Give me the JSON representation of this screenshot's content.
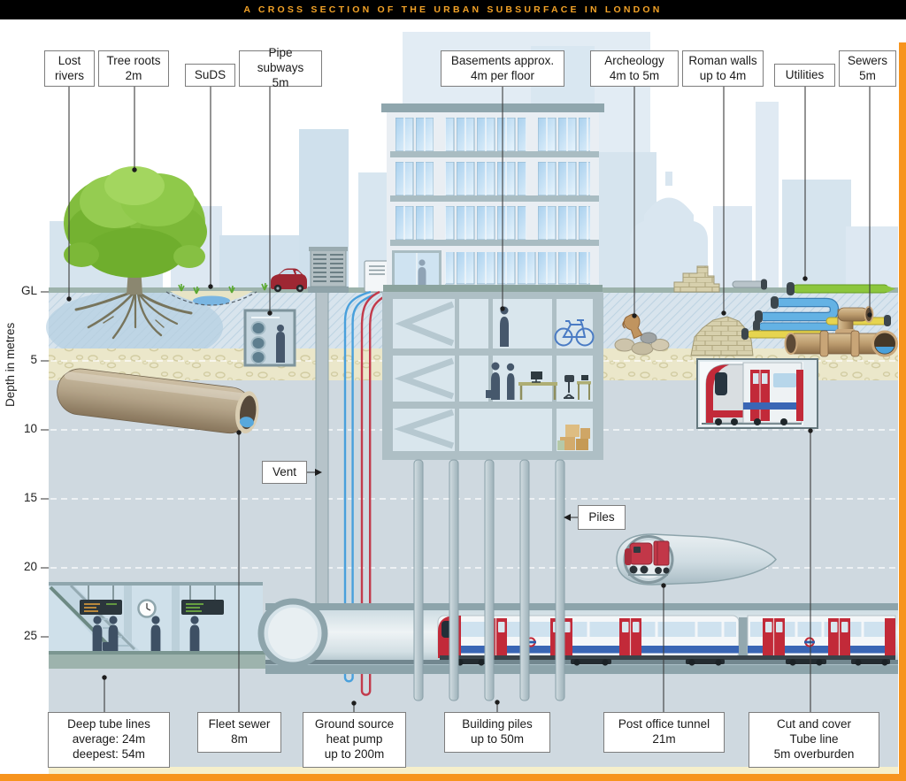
{
  "banner": {
    "title": "A CROSS SECTION OF THE URBAN SUBSURFACE IN LONDON"
  },
  "axis": {
    "label": "Depth in metres",
    "ticks": [
      {
        "label": "GL"
      },
      {
        "label": "5"
      },
      {
        "label": "10"
      },
      {
        "label": "15"
      },
      {
        "label": "20"
      },
      {
        "label": "25"
      }
    ]
  },
  "labels": {
    "lost_rivers": "Lost\nrivers",
    "tree_roots": "Tree roots\n2m",
    "suds": "SuDS",
    "pipe_subways": "Pipe subways\n5m",
    "basements": "Basements approx.\n4m per floor",
    "archeology": "Archeology\n4m to 5m",
    "roman_walls": "Roman walls\nup to 4m",
    "utilities": "Utilities",
    "sewers": "Sewers\n5m",
    "vent": "Vent",
    "piles": "Piles",
    "deep_tube": "Deep tube lines\naverage: 24m\ndeepest: 54m",
    "fleet_sewer": "Fleet sewer\n8m",
    "heat_pump": "Ground source\nheat pump\nup to 200m",
    "building_piles": "Building piles\nup to 50m",
    "post_office": "Post office tunnel\n21m",
    "cut_cover": "Cut and cover\nTube line\n5m overburden"
  },
  "colors": {
    "accent_orange": "#F7941E",
    "banner_bg": "#000000",
    "banner_text": "#F2A227",
    "train_red": "#C22A39",
    "stripe_blue": "#3A66B5",
    "pipe_green": "#8CC63E",
    "pipe_blue": "#64B2E4",
    "pipe_yellow": "#E6D44F",
    "sewer_brown": "#BC9C6E",
    "tree_green": "#82BD3E",
    "clay_grey": "#CFD9E0",
    "sand_beige": "#EBE7CA"
  }
}
